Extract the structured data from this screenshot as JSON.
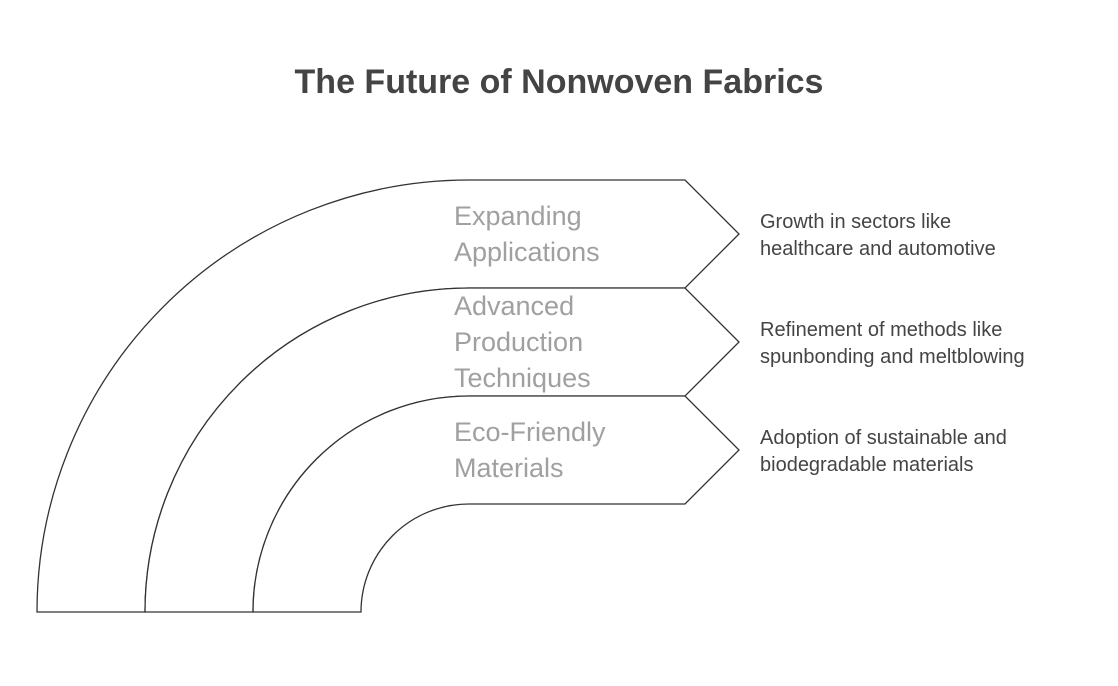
{
  "diagram": {
    "title": "The Future of Nonwoven Fabrics",
    "stages": [
      {
        "label_lines": [
          "Expanding",
          "Applications"
        ],
        "description_lines": [
          "Growth in sectors like",
          "healthcare and automotive"
        ]
      },
      {
        "label_lines": [
          "Advanced",
          "Production",
          "Techniques"
        ],
        "description_lines": [
          "Refinement of methods like",
          "spunbonding and meltblowing"
        ]
      },
      {
        "label_lines": [
          "Eco-Friendly",
          "Materials"
        ],
        "description_lines": [
          "Adoption of sustainable and",
          "biodegradable materials"
        ]
      }
    ]
  }
}
